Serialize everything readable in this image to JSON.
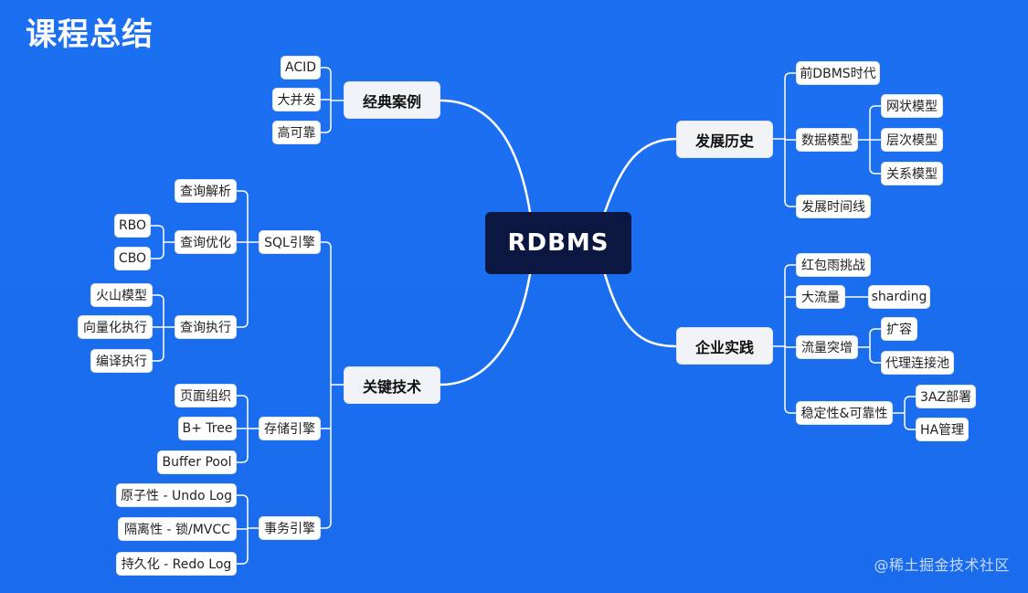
{
  "title": "课程总结",
  "watermark": "@稀土掘金技术社区",
  "colors": {
    "background": "#1a6ff0",
    "root_fill": "#0b1740",
    "branch_fill": "#f1f3f6",
    "node_fill": "#ffffff",
    "line": "#ffffff"
  },
  "mindmap": {
    "root": "RDBMS",
    "branches": [
      {
        "label": "经典案例",
        "children": [
          {
            "label": "ACID"
          },
          {
            "label": "大并发"
          },
          {
            "label": "高可靠"
          }
        ]
      },
      {
        "label": "关键技术",
        "children": [
          {
            "label": "SQL引擎",
            "children": [
              {
                "label": "查询解析"
              },
              {
                "label": "查询优化",
                "children": [
                  {
                    "label": "RBO"
                  },
                  {
                    "label": "CBO"
                  }
                ]
              },
              {
                "label": "查询执行",
                "children": [
                  {
                    "label": "火山模型"
                  },
                  {
                    "label": "向量化执行"
                  },
                  {
                    "label": "编译执行"
                  }
                ]
              }
            ]
          },
          {
            "label": "存储引擎",
            "children": [
              {
                "label": "页面组织"
              },
              {
                "label": "B+ Tree"
              },
              {
                "label": "Buffer Pool"
              }
            ]
          },
          {
            "label": "事务引擎",
            "children": [
              {
                "label": "原子性 - Undo Log"
              },
              {
                "label": "隔离性 - 锁/MVCC"
              },
              {
                "label": "持久化 - Redo Log"
              }
            ]
          }
        ]
      },
      {
        "label": "发展历史",
        "children": [
          {
            "label": "前DBMS时代"
          },
          {
            "label": "数据模型",
            "children": [
              {
                "label": "网状模型"
              },
              {
                "label": "层次模型"
              },
              {
                "label": "关系模型"
              }
            ]
          },
          {
            "label": "发展时间线"
          }
        ]
      },
      {
        "label": "企业实践",
        "children": [
          {
            "label": "红包雨挑战"
          },
          {
            "label": "大流量",
            "children": [
              {
                "label": "sharding"
              }
            ]
          },
          {
            "label": "流量突增",
            "children": [
              {
                "label": "扩容"
              },
              {
                "label": "代理连接池"
              }
            ]
          },
          {
            "label": "稳定性&可靠性",
            "children": [
              {
                "label": "3AZ部署"
              },
              {
                "label": "HA管理"
              }
            ]
          }
        ]
      }
    ]
  }
}
